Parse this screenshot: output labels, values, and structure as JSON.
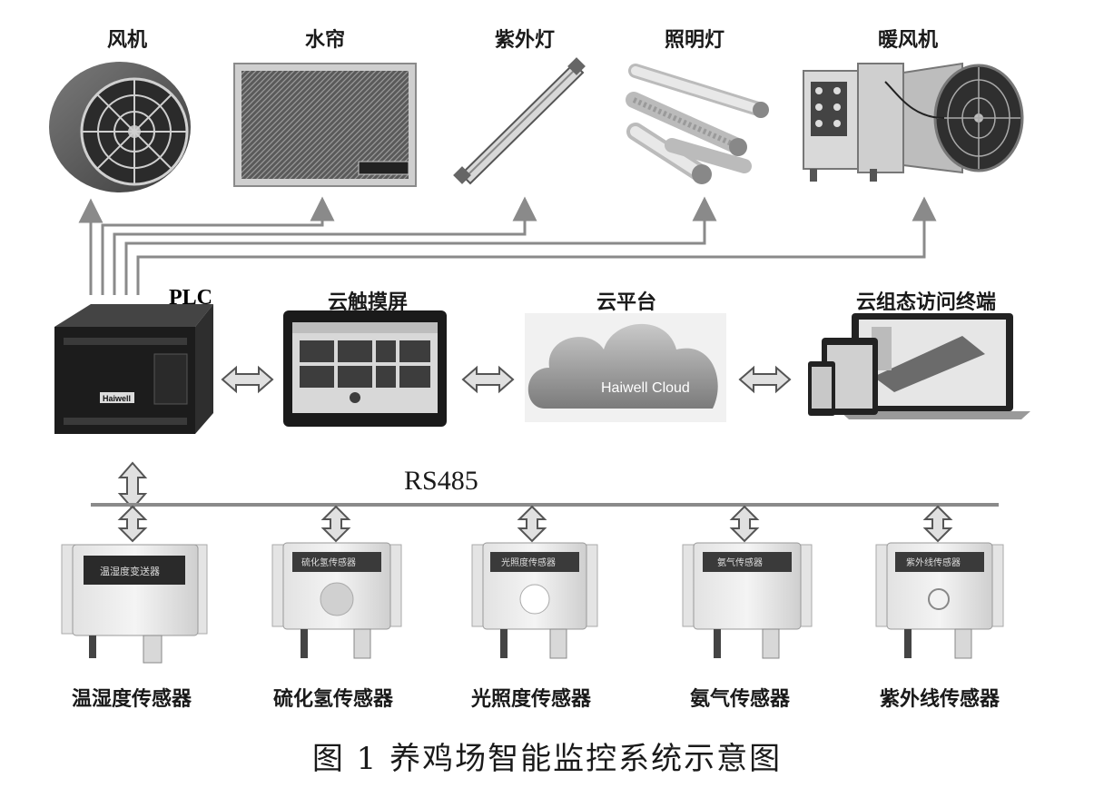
{
  "actuators": [
    {
      "label": "风机",
      "icon": "fan-icon"
    },
    {
      "label": "水帘",
      "icon": "water-curtain-icon"
    },
    {
      "label": "紫外灯",
      "icon": "uv-lamp-icon"
    },
    {
      "label": "照明灯",
      "icon": "lighting-tube-icon"
    },
    {
      "label": "暖风机",
      "icon": "heater-icon"
    }
  ],
  "controllers": {
    "plc": {
      "label": "PLC",
      "brand": "Haiwell"
    },
    "touchscreen": {
      "label": "云触摸屏"
    },
    "cloud": {
      "label": "云平台",
      "name": "Haiwell Cloud"
    },
    "terminal": {
      "label": "云组态访问终端"
    }
  },
  "bus": {
    "label": "RS485"
  },
  "sensors": [
    {
      "label": "温湿度传感器",
      "plate": "温湿度变送器"
    },
    {
      "label": "硫化氢传感器",
      "plate": "硫化氢传感器"
    },
    {
      "label": "光照度传感器",
      "plate": "光照度传感器"
    },
    {
      "label": "氨气传感器",
      "plate": "氨气传感器"
    },
    {
      "label": "紫外线传感器",
      "plate": "紫外线传感器"
    }
  ],
  "caption": "图 1  养鸡场智能监控系统示意图"
}
